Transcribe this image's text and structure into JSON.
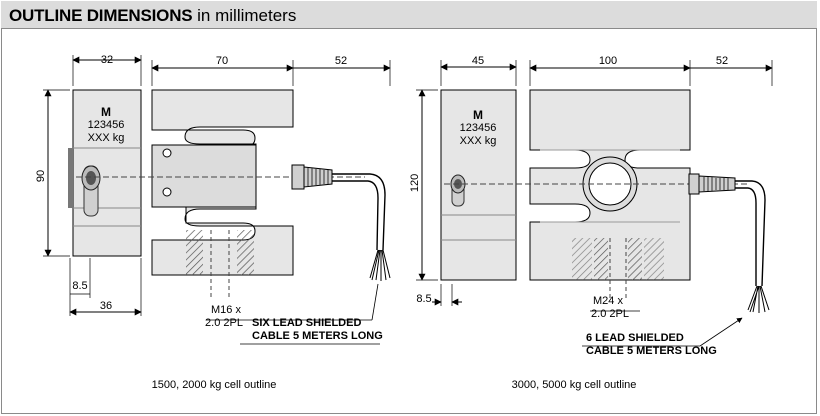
{
  "header": {
    "title_bold": "OUTLINE DIMENSIONS",
    "title_rest": " in millimeters"
  },
  "left": {
    "dim_width": "32",
    "dim_body": "70",
    "dim_cable": "52",
    "dim_height": "90",
    "dim_offset": "8.5",
    "dim_base": "36",
    "label_m": "M",
    "label_serial": "123456",
    "label_capacity": "XXX kg",
    "thread_1": "M16 x",
    "thread_2": "2.0 2PL",
    "cable_1": "SIX LEAD SHIELDED",
    "cable_2": "CABLE 5 METERS LONG",
    "caption": "1500, 2000 kg cell outline"
  },
  "right": {
    "dim_width": "45",
    "dim_body": "100",
    "dim_cable": "52",
    "dim_height": "120",
    "dim_offset": "8.5",
    "label_m": "M",
    "label_serial": "123456",
    "label_capacity": "XXX kg",
    "thread_1": "M24 x",
    "thread_2": "2.0 2PL",
    "cable_1": "6 LEAD SHIELDED",
    "cable_2": "CABLE 5 METERS LONG",
    "caption": "3000, 5000 kg cell outline"
  }
}
